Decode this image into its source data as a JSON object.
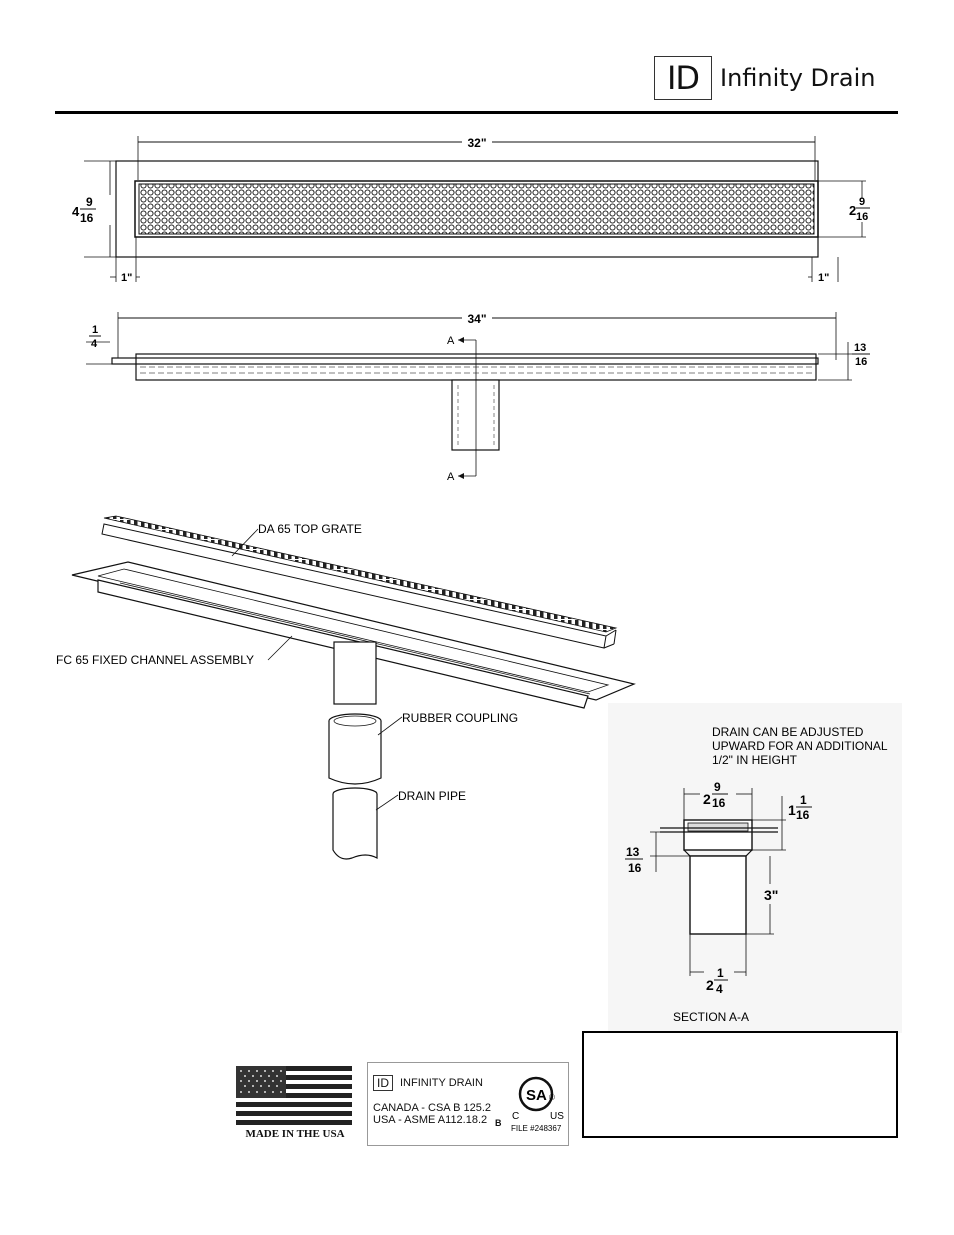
{
  "brand": {
    "logo_mark": "ID",
    "name": "Infinity Drain"
  },
  "top_view": {
    "length": "32\"",
    "overall_width": "4 9/16\"",
    "overall_width_whole": "4",
    "overall_width_num": "9",
    "overall_width_den": "16",
    "grate_width_whole": "2",
    "grate_width_num": "9",
    "grate_width_den": "16",
    "left_offset": "1\"",
    "right_offset": "1\""
  },
  "side_view": {
    "length": "34\"",
    "flange_num": "1",
    "flange_den": "4",
    "depth_num": "13",
    "depth_den": "16",
    "section_mark_top": "A",
    "section_mark_bottom": "A"
  },
  "exploded_view": {
    "grate_label": "DA 65 TOP GRATE",
    "channel_label": "FC 65 FIXED CHANNEL ASSEMBLY",
    "coupling_label": "RUBBER COUPLING",
    "pipe_label": "DRAIN PIPE"
  },
  "section_view": {
    "note_line1": "DRAIN CAN BE ADJUSTED",
    "note_line2": "UPWARD FOR AN ADDITIONAL",
    "note_line3": "1/2\" IN HEIGHT",
    "top_width_whole": "2",
    "top_width_num": "9",
    "top_width_den": "16",
    "height_whole": "1",
    "height_num": "1",
    "height_den": "16",
    "depth_num": "13",
    "depth_den": "16",
    "outlet_length": "3\"",
    "outlet_width_whole": "2",
    "outlet_width_num": "1",
    "outlet_width_den": "4",
    "title": "SECTION A-A"
  },
  "badges": {
    "flag_caption": "MADE IN THE USA",
    "csa_logo_mark": "ID",
    "csa_brand": "INFINITY DRAIN",
    "csa_line1": "CANADA - CSA B 125.2",
    "csa_line2": "USA - ASME A112.18.2",
    "csa_b": "B",
    "csa_mark": "SA",
    "csa_c": "C",
    "csa_us": "US",
    "csa_file": "FILE #248367",
    "csa_reg": "®"
  }
}
